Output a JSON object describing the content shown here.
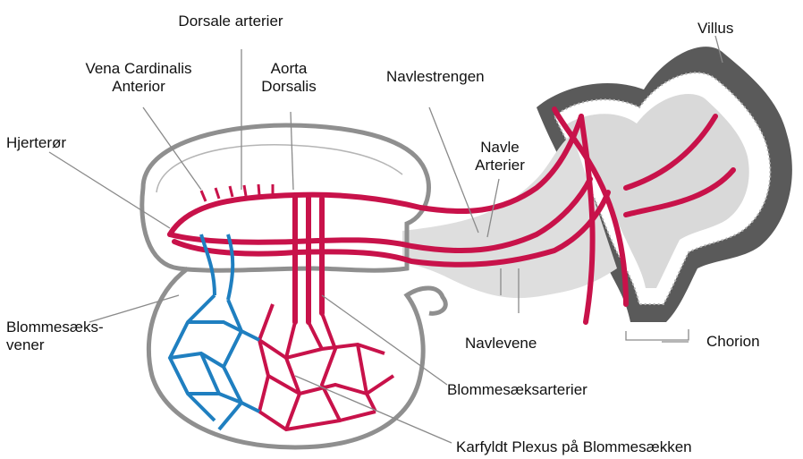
{
  "labels": {
    "dorsale_arterier": "Dorsale arterier",
    "villus": "Villus",
    "vena_cardinalis_anterior": [
      "Vena Cardinalis",
      "Anterior"
    ],
    "aorta_dorsalis": [
      "Aorta",
      "Dorsalis"
    ],
    "navlestrengen": "Navlestrengen",
    "hjerteror": "Hjerterør",
    "navle_arterier": [
      "Navle",
      "Arterier"
    ],
    "blommesaeks_vener": [
      "Blommesæks-",
      "vener"
    ],
    "navlevene": "Navlevene",
    "chorion": "Chorion",
    "blommesaeksarterier": "Blommesæksarterier",
    "karfyldt_plexus": "Karfyldt Plexus på Blommesækken"
  },
  "colors": {
    "artery": "#c8124a",
    "vein": "#1f7fc0",
    "outline": "#8f8f8f",
    "chorion_dark": "#5a5a5a",
    "leader": "#8a8a8a",
    "text": "#111111"
  }
}
